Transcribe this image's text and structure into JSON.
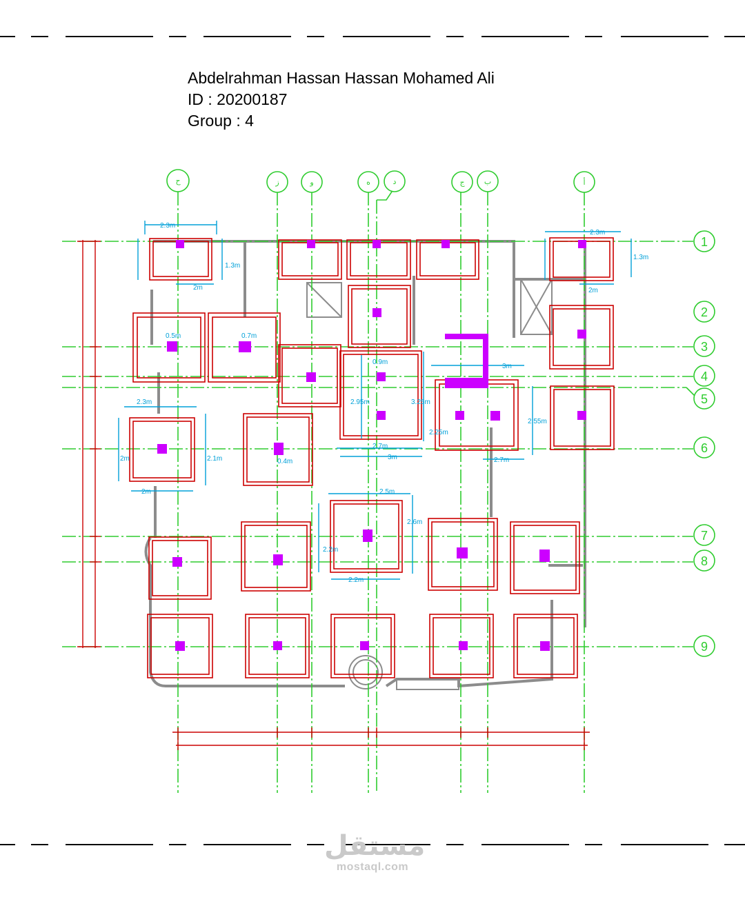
{
  "title_block": {
    "name": "Abdelrahman Hassan Hassan Mohamed Ali",
    "id": "ID : 20200187",
    "group": "Group : 4"
  },
  "grid": {
    "vertical_axes": [
      "ح",
      "ز",
      "و",
      "ه",
      "د",
      "ج",
      "ب",
      "أ"
    ],
    "horizontal_axes": [
      "1",
      "2",
      "3",
      "4",
      "5",
      "6",
      "7",
      "8",
      "9"
    ]
  },
  "dimension_labels": {
    "f1_width": "2.3m",
    "f1_bottom": "2m",
    "f1_side": "1.3m",
    "f2_width": "2.3m",
    "f2_bottom": "2m",
    "f2_side": "1.3m",
    "left_width": "2.3m",
    "left_bottom": "2m",
    "left_side": "2m",
    "left_side2": "2.1m",
    "mid_top": "2.5m",
    "mid_side": "2.6m",
    "mid_left": "2.2m",
    "mid_bottom": "2.2m",
    "core_width": "2.7m",
    "core_total": "3m",
    "core_h1": "2.95m",
    "core_h2": "3.25m",
    "right_core_top": "3m",
    "right_core_bottom": "2.7m",
    "right_core_h": "2.55m",
    "right_core_h2": "2.25m",
    "small1": "0.5m",
    "small2": "0.7m",
    "small3": "0.4m",
    "small4": "0.9m"
  },
  "colors": {
    "grid_line": "#2ecc2e",
    "footing": "#cc0000",
    "dimension": "#00a0d8",
    "column": "#cc00ff",
    "wall": "#8c8c8c",
    "text": "#000000",
    "watermark": "#c9c9c9"
  },
  "watermark": {
    "arabic": "مستقل",
    "url": "mostaql.com"
  }
}
